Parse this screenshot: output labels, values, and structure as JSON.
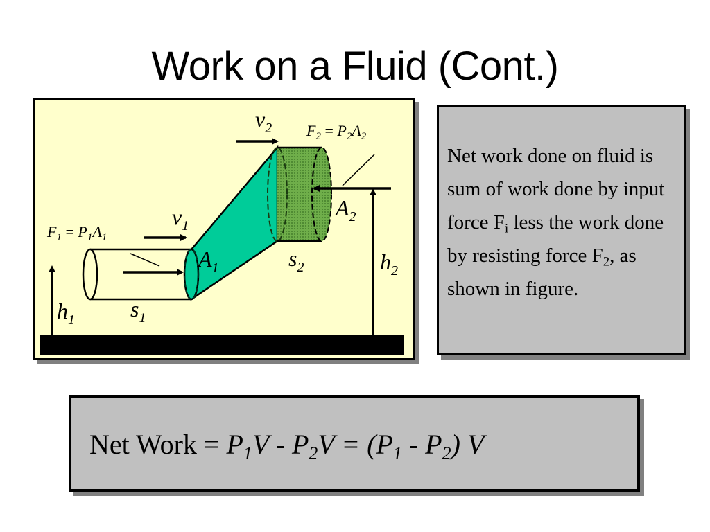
{
  "title": "Work on a Fluid (Cont.)",
  "diagram": {
    "f1": "F",
    "f1_sub": "1",
    "f1_eq": " = ",
    "p1": "P",
    "p1_sub": "1",
    "a1_inline": "A",
    "a1_inline_sub": "1",
    "f2": "F",
    "f2_sub": "2",
    "f2_eq": " = ",
    "p2": "P",
    "p2_sub": "2",
    "a2_inline": "A",
    "a2_inline_sub": "2",
    "v1": "v",
    "v1_sub": "1",
    "v2": "v",
    "v2_sub": "2",
    "a1": "A",
    "a1_sub": "1",
    "a2": "A",
    "a2_sub": "2",
    "s1": "s",
    "s1_sub": "1",
    "s2": "s",
    "s2_sub": "2",
    "h1": "h",
    "h1_sub": "1",
    "h2": "h",
    "h2_sub": "2",
    "colors": {
      "background": "#ffffcc",
      "tube": "#00cc99",
      "cylinder": "#66aa44",
      "ground": "#000000"
    }
  },
  "explanation": {
    "part1": "Net work done on fluid is sum of work done by input force F",
    "part1_sub": "i",
    "part2": " less the work done by resisting force F",
    "part2_sub": "2",
    "part3": ", as shown in figure."
  },
  "formula": {
    "lead": "Net Work = ",
    "p1": "P",
    "p1_sub": "1",
    "v_a": "V - ",
    "p2": "P",
    "p2_sub": "2",
    "v_b": "V = (",
    "p1b": "P",
    "p1b_sub": "1",
    "minus": " - ",
    "p2b": "P",
    "p2b_sub": "2",
    "tail": ") V"
  }
}
